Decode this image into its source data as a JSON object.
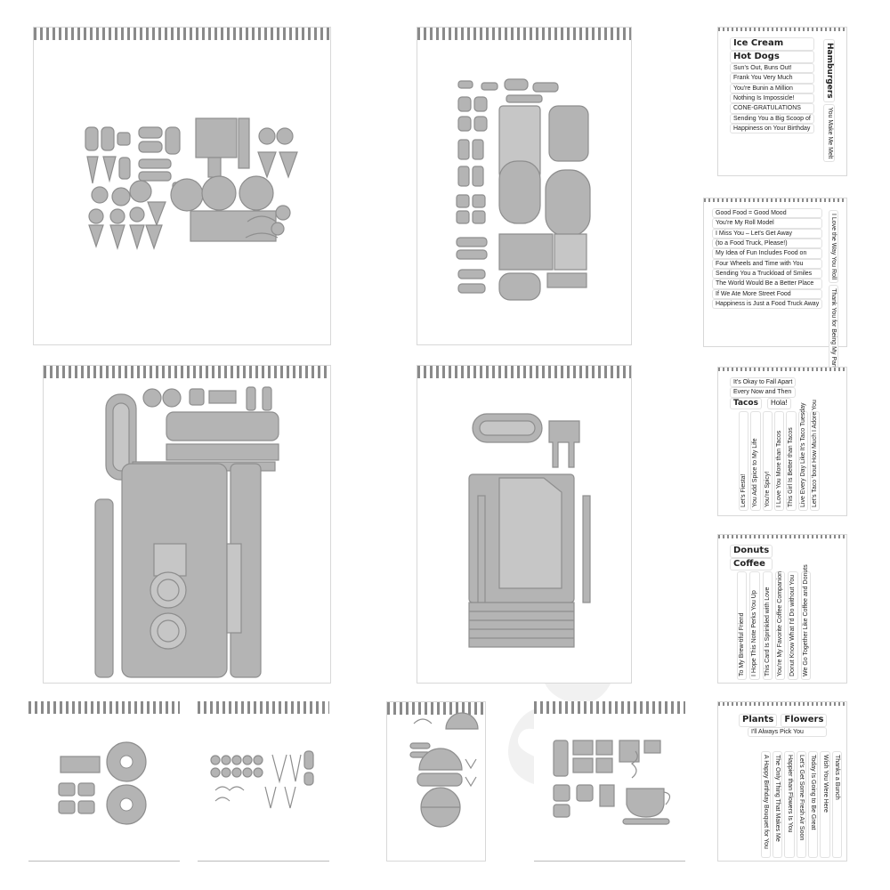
{
  "stamps": {
    "s1": {
      "lines": [
        "Ice Cream",
        "Hot Dogs",
        "Sun's Out, Buns Out!",
        "Frank You Very Much",
        "You're Bunin a Million",
        "Nothing Is Impossicle!",
        "CONE-GRATULATIONS",
        "Sending You a Big Scoop of",
        "Happiness on Your Birthday"
      ],
      "vertical": [
        "Hamburgers",
        "You Make Me Melt"
      ]
    },
    "s2": {
      "lines": [
        "Good Food = Good Mood",
        "You're My Roll Model",
        "I Miss You – Let's Get Away",
        "(to a Food Truck, Please!)",
        "My Idea of Fun Includes Food on",
        "Four Wheels and Time with You",
        "Sending You a Truckload of Smiles",
        "The World Would Be a Better Place",
        "If We Ate More Street Food",
        "Happiness is Just a Food Truck Away"
      ],
      "vertical": [
        "I Love the Way You Roll",
        "Thank You for Being My Partner in Dine"
      ]
    },
    "s3": {
      "lines": [
        "It's Okay to Fall Apart",
        "Every Now and Then",
        "Tacos",
        "Hola!"
      ],
      "vertical": [
        "Let's Fiesta!",
        "You Add Spice to My Life",
        "You're Spicy!",
        "I Love You More than Tacos",
        "This Girl Is Better than Tacos",
        "Live Every Day Like It's Taco Tuesday",
        "Let's Taco 'bout How Much I Adore You"
      ]
    },
    "s4": {
      "lines": [
        "Donuts",
        "Coffee"
      ],
      "vertical": [
        "To My Brew-tiful Friend",
        "I Hope This Note Perks You Up",
        "This Card Is Sprinkled with Love",
        "You're My Favorite Coffee Companion",
        "Donut Know What I'd Do without You",
        "We Go Together Like Coffee and Donuts"
      ]
    },
    "s5": {
      "lines": [
        "Plants",
        "Flowers",
        "I'll Always Pick You"
      ],
      "vertical": [
        "Thanks a Bunch",
        "Wish You Were Here",
        "Today Is Going to Be Great",
        "Let's Get Some Fresh Air Soon",
        "Happier than Flowers Is You",
        "The Only Thing That Makes Me",
        "A Happy Birthday Bouquet for You"
      ]
    }
  }
}
